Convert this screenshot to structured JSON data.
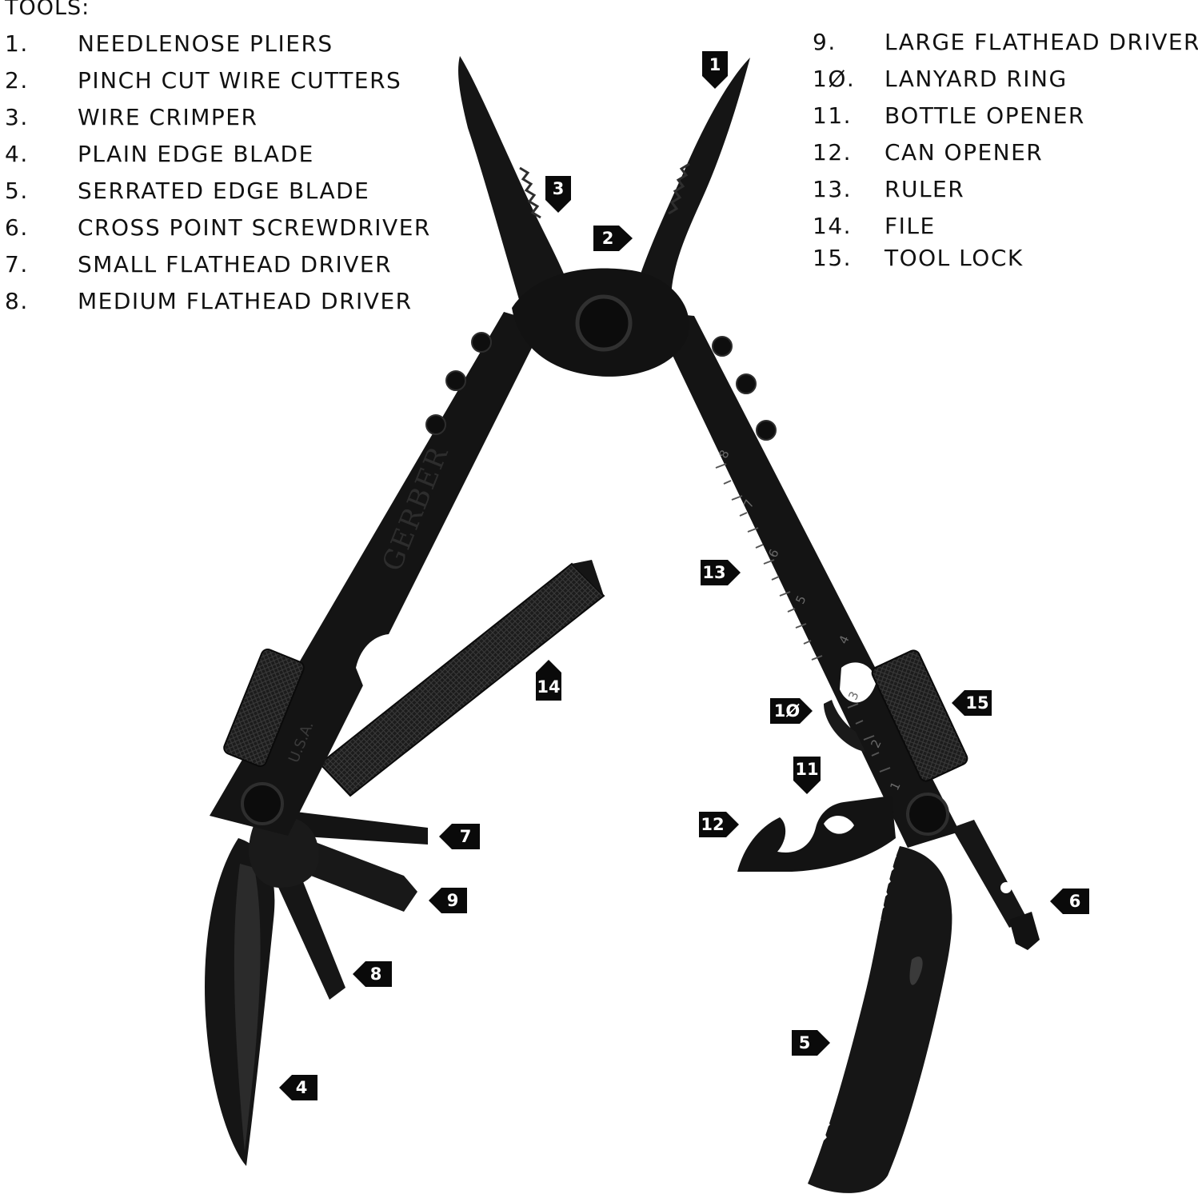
{
  "title": "TOOLS:",
  "tools_left": [
    {
      "num": "1.",
      "label": "NEEDLENOSE PLIERS"
    },
    {
      "num": "2.",
      "label": "PINCH CUT WIRE CUTTERS"
    },
    {
      "num": "3.",
      "label": "WIRE CRIMPER"
    },
    {
      "num": "4.",
      "label": "PLAIN EDGE BLADE"
    },
    {
      "num": "5.",
      "label": "SERRATED EDGE BLADE"
    },
    {
      "num": "6.",
      "label": "CROSS POINT SCREWDRIVER"
    },
    {
      "num": "7.",
      "label": "SMALL FLATHEAD DRIVER"
    },
    {
      "num": "8.",
      "label": "MEDIUM FLATHEAD DRIVER"
    }
  ],
  "tools_right": [
    {
      "num": "9.",
      "label": "LARGE FLATHEAD DRIVER"
    },
    {
      "num": "1Ø.",
      "label": "LANYARD RING"
    },
    {
      "num": "11.",
      "label": "BOTTLE OPENER"
    },
    {
      "num": "12.",
      "label": "CAN OPENER"
    },
    {
      "num": "13.",
      "label": "RULER"
    },
    {
      "num": "14.",
      "label": "FILE"
    },
    {
      "num": "15.",
      "label": "TOOL LOCK"
    }
  ],
  "callouts": {
    "c1": "1",
    "c2": "2",
    "c3": "3",
    "c4": "4",
    "c5": "5",
    "c6": "6",
    "c7": "7",
    "c8": "8",
    "c9": "9",
    "c10": "1Ø",
    "c11": "11",
    "c12": "12",
    "c13": "13",
    "c14": "14",
    "c15": "15"
  },
  "handle_text": {
    "brand": "GERBER",
    "origin": "U.S.A.",
    "ruler_marks": [
      "8",
      "7",
      "6",
      "5",
      "4",
      "3",
      "2",
      "1"
    ]
  },
  "colors": {
    "tool_black": "#141414",
    "tool_dark": "#262626",
    "tag_fill": "#0a0a0a",
    "tag_text": "#ffffff"
  }
}
